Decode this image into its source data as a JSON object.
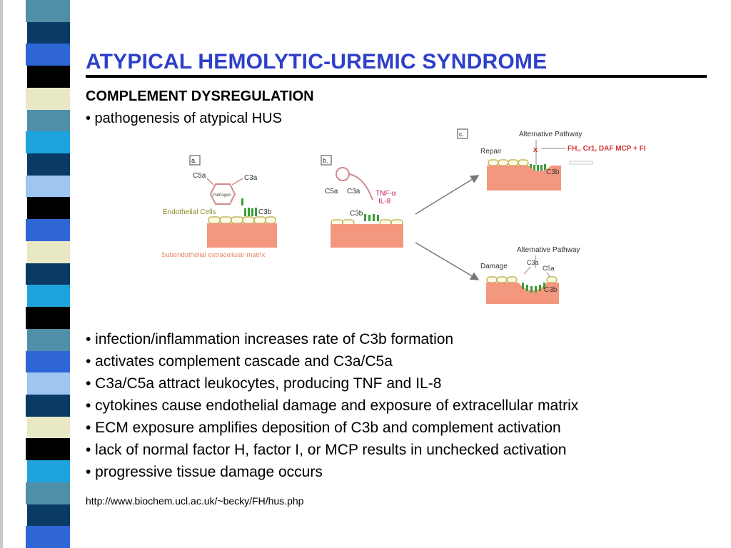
{
  "slide": {
    "title": "ATYPICAL HEMOLYTIC-UREMIC SYNDROME",
    "subheading": "COMPLEMENT DYSREGULATION",
    "sub_bullet": "• pathogenesis of atypical HUS",
    "bullets": [
      "• infection/inflammation increases rate of C3b formation",
      "• activates complement cascade and C3a/C5a",
      "• C3a/C5a attract leukocytes, producing TNF and IL-8",
      "• cytokines cause endothelial damage and exposure of extracellular matrix",
      "• ECM exposure amplifies deposition of C3b and complement activation",
      "• lack of normal factor H, factor I, or MCP results in unchecked activation",
      "• progressive tissue damage occurs"
    ],
    "source_url": "http://www.biochem.ucl.ac.uk/~becky/FH/hus.php"
  },
  "figure": {
    "panel_a": {
      "tag": "a.",
      "c5a": "C5a",
      "c3a": "C3a",
      "pathogen": "Pathogen",
      "endothelial": "Endothelial Cells",
      "c3b": "C3b",
      "matrix": "Subendothelial extracellular matrix"
    },
    "panel_b": {
      "tag": "b.",
      "c5a": "C5a",
      "c3a": "C3a",
      "tnf": "TNF-α",
      "il8": "IL-8",
      "c3b": "C3b"
    },
    "panel_c": {
      "tag": "c.",
      "alt_pathway": "Alternative Pathway",
      "inhibitors": "FH,, Cr1, DAF MCP + FI",
      "repair": "Repair",
      "c3b_repair": "C3b",
      "alt_pathway_2": "Alternative Pathway",
      "damage": "Damage",
      "c3a": "C3a",
      "c5a": "C5a",
      "c3b_damage": "C3b"
    }
  },
  "colors": {
    "title": "#2e3fc8",
    "tissue": "#f4977f",
    "cell_fill": "#fdfbe6",
    "cell_stroke": "#b7a83c",
    "complement": "#3a9d3a",
    "label_olive": "#8b8a2a",
    "label_salmon": "#e6836a",
    "cytokine": "#c2185b",
    "stripes": [
      "#4f8fa8",
      "#0a3a66",
      "#2f66d6",
      "#000000",
      "#e8e8c4",
      "#4f8fa8",
      "#1fa3dd",
      "#0a3a66",
      "#9ec6f0",
      "#000000",
      "#2f66d6",
      "#e8e8c4",
      "#0a3a66",
      "#1fa3dd",
      "#000000",
      "#4f8fa8",
      "#2f66d6",
      "#9ec6f0",
      "#0a3a66",
      "#e8e8c4",
      "#000000",
      "#1fa3dd",
      "#4f8fa8",
      "#0a3a66",
      "#2f66d6"
    ]
  }
}
